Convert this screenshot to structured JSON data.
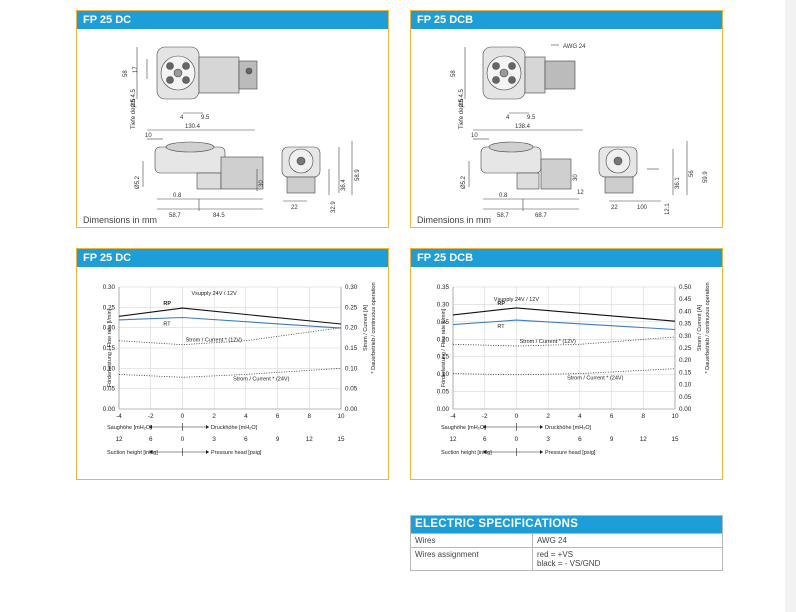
{
  "drawings": [
    {
      "title": "FP 25 DC",
      "caption": "Dimensions in mm",
      "dims": {
        "top_h": "58",
        "top_a": "17",
        "top_b": "2.5",
        "depth_note": "Tiefe depth 4.5",
        "hole": "4",
        "w95": "9.5",
        "len": "130.4",
        "ten": "10",
        "dia": "Ø5.2",
        "h30": "30",
        "h08": "0.8",
        "l587": "58.7",
        "l845": "84.5",
        "s22": "22",
        "s329": "32.9",
        "s364": "36.4",
        "s589": "58.9"
      }
    },
    {
      "title": "FP 25 DCB",
      "caption": "Dimensions in mm",
      "dims": {
        "top_h": "58",
        "top_b": "2.5",
        "depth_note": "Tiefe depth 4.5",
        "awg": "AWG 24",
        "hole": "4",
        "w95": "9.5",
        "len": "138.4",
        "ten": "10",
        "dia": "Ø5.2",
        "h30": "30",
        "h12": "12",
        "h08": "0.8",
        "l587": "58.7",
        "l687": "68.7",
        "s22": "22",
        "s100": "100",
        "s121": "12.1",
        "s361": "36.1",
        "s56": "56",
        "s599": "59.9"
      }
    }
  ],
  "chart_data": [
    {
      "type": "line",
      "title": "FP 25 DC",
      "ylabel": "Förderleistung / Flow rate [l/min]",
      "y2label": "Strom / Current [A]",
      "y2note": "* Dauerbetrieb / continuous operation",
      "ylim": [
        0,
        0.3
      ],
      "yticks": [
        "0.00",
        "0.05",
        "0.10",
        "0.15",
        "0.20",
        "0.25",
        "0.30"
      ],
      "y2lim": [
        0,
        0.3
      ],
      "y2ticks": [
        "0.00",
        "0.05",
        "0.10",
        "0.15",
        "0.20",
        "0.25",
        "0.30"
      ],
      "xlim": [
        -4,
        10
      ],
      "xticks1": [
        "-4",
        "-2",
        "0",
        "2",
        "4",
        "6",
        "8",
        "10"
      ],
      "xticks2": [
        "12",
        "6",
        "0",
        "3",
        "6",
        "9",
        "12",
        "15"
      ],
      "xlabel_left1": "Saughöhe [mH₂O]",
      "xlabel_right1": "Druckhöhe [mH₂O]",
      "xlabel_left2": "Suction height [inHg]",
      "xlabel_right2": "Pressure head [psig]",
      "series": [
        {
          "name": "RP",
          "axis": "left",
          "style": "solid",
          "color": "#111111",
          "x": [
            -4,
            0,
            10
          ],
          "y": [
            0.228,
            0.248,
            0.209
          ]
        },
        {
          "name": "RT",
          "axis": "left",
          "style": "solid",
          "color": "#3d7cc1",
          "x": [
            -4,
            0,
            10
          ],
          "y": [
            0.219,
            0.225,
            0.199
          ]
        },
        {
          "name": "Strom / Current * (12V)",
          "axis": "right",
          "style": "dotted",
          "color": "#333333",
          "x": [
            -4,
            0,
            4,
            10
          ],
          "y": [
            0.168,
            0.158,
            0.168,
            0.2
          ]
        },
        {
          "name": "Strom / Current * (24V)",
          "axis": "right",
          "style": "dotted",
          "color": "#333333",
          "x": [
            -4,
            0,
            4,
            10
          ],
          "y": [
            0.085,
            0.078,
            0.085,
            0.1
          ]
        }
      ],
      "annotations": [
        {
          "text": "Vsupply 24V / 12V",
          "x": 2,
          "y": 0.28
        }
      ]
    },
    {
      "type": "line",
      "title": "FP 25 DCB",
      "ylabel": "Förderleistung / Flow rate [l/min]",
      "y2label": "Strom / Current [A]",
      "y2note": "* Dauerbetrieb / continuous operation",
      "ylim": [
        0,
        0.35
      ],
      "yticks": [
        "0.00",
        "0.05",
        "0.10",
        "0.15",
        "0.20",
        "0.25",
        "0.30",
        "0.35"
      ],
      "y2lim": [
        0,
        0.5
      ],
      "y2ticks": [
        "0.00",
        "0.05",
        "0.10",
        "0.15",
        "0.20",
        "0.25",
        "0.30",
        "0.35",
        "0.40",
        "0.45",
        "0.50"
      ],
      "xlim": [
        -4,
        10
      ],
      "xticks1": [
        "-4",
        "-2",
        "0",
        "2",
        "4",
        "6",
        "8",
        "10"
      ],
      "xticks2": [
        "12",
        "6",
        "0",
        "3",
        "6",
        "9",
        "12",
        "15"
      ],
      "xlabel_left1": "Saughöhe [mH₂O]",
      "xlabel_right1": "Druckhöhe [mH₂O]",
      "xlabel_left2": "Suction height [inHg]",
      "xlabel_right2": "Pressure head [psig]",
      "series": [
        {
          "name": "RP",
          "axis": "left",
          "style": "solid",
          "color": "#111111",
          "x": [
            -4,
            0,
            10
          ],
          "y": [
            0.27,
            0.29,
            0.252
          ]
        },
        {
          "name": "RT",
          "axis": "left",
          "style": "solid",
          "color": "#3d7cc1",
          "x": [
            -4,
            0,
            10
          ],
          "y": [
            0.242,
            0.255,
            0.228
          ]
        },
        {
          "name": "Strom / Current * (12V)",
          "axis": "right",
          "style": "dotted",
          "color": "#333333",
          "x": [
            -4,
            0,
            4,
            10
          ],
          "y": [
            0.265,
            0.258,
            0.265,
            0.295
          ]
        },
        {
          "name": "Strom / Current * (24V)",
          "axis": "right",
          "style": "dotted",
          "color": "#333333",
          "x": [
            -4,
            0,
            4,
            10
          ],
          "y": [
            0.145,
            0.14,
            0.145,
            0.165
          ]
        }
      ],
      "annotations": [
        {
          "text": "Vsupply 24V / 12V",
          "x": 0,
          "y": 0.31
        }
      ]
    }
  ],
  "electric": {
    "title": "ELECTRIC SPECIFICATIONS",
    "rows": [
      {
        "key": "Wires",
        "values": [
          "AWG 24"
        ]
      },
      {
        "key": "Wires assignment",
        "values": [
          "red = +VS",
          "black = - VS/GND"
        ]
      }
    ]
  }
}
